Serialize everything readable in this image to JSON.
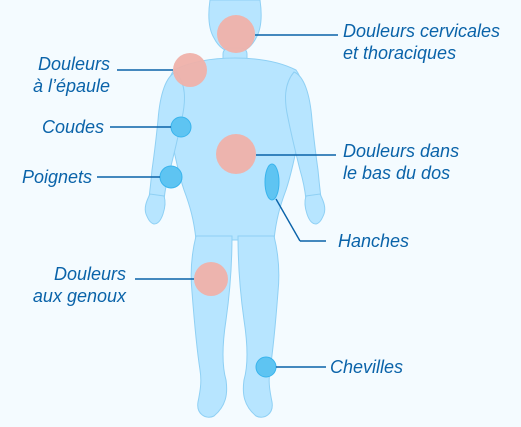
{
  "colors": {
    "background": "#f4fbff",
    "body": "#b7e5ff",
    "body_outline": "#8fd0f4",
    "pain_major": "#efb1aa",
    "pain_minor": "#5ec4f2",
    "pain_minor_outline": "#39b4ed",
    "leader_line": "#0a63a9",
    "label_text": "#0a63a9"
  },
  "labels": {
    "cervical": {
      "line1": "Douleurs cervicales",
      "line2": "et thoraciques",
      "severity": "major"
    },
    "shoulder": {
      "line1": "Douleurs",
      "line2": "à l’épaule",
      "severity": "major"
    },
    "elbow": {
      "line1": "Coudes",
      "severity": "minor"
    },
    "wrist": {
      "line1": "Poignets",
      "severity": "minor"
    },
    "lower_back": {
      "line1": "Douleurs dans",
      "line2": "le bas du dos",
      "severity": "major"
    },
    "hip": {
      "line1": "Hanches",
      "severity": "minor"
    },
    "knee": {
      "line1": "Douleurs",
      "line2": "aux genoux",
      "severity": "major"
    },
    "ankle": {
      "line1": "Chevilles",
      "severity": "minor"
    }
  }
}
